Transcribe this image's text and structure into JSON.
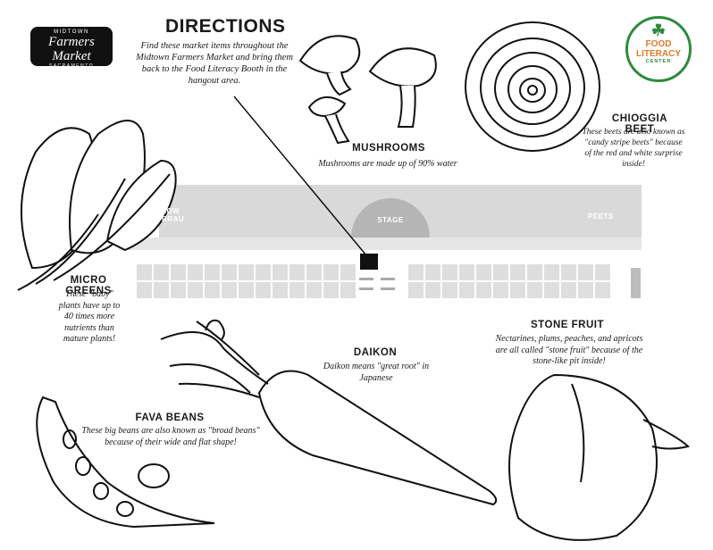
{
  "logos": {
    "midtown": {
      "line1": "MIDTOWN",
      "line2": "Farmers Market",
      "line3": "SACRAMENTO"
    },
    "food_literacy": {
      "line1": "FOOD",
      "line2": "LITERACY",
      "line3": "CENTER"
    }
  },
  "directions": {
    "title": "DIRECTIONS",
    "body": "Find these market items throughout the Midtown Farmers Market and bring them back to the Food Literacy Booth in the hangout area."
  },
  "items": {
    "mushrooms": {
      "title": "MUSHROOMS",
      "text": "Mushrooms are made up of 90% water"
    },
    "chioggia_beet": {
      "title": "CHIOGGIA BEET",
      "text": "These beets are also known as \"candy stripe beets\" because of the red and white surprise inside!"
    },
    "micro_greens": {
      "title": "MICRO GREENS",
      "text": "These \"baby\" plants have up to 40 times more nutrients than mature plants!"
    },
    "daikon": {
      "title": "DAIKON",
      "text": "Daikon means \"great root\" in Japanese"
    },
    "stone_fruit": {
      "title": "STONE FRUIT",
      "text": "Nectarines, plums, peaches, and apricots are all called \"stone fruit\" because of the stone-like pit inside!"
    },
    "fava_beans": {
      "title": "FAVA BEANS",
      "text": "These big beans are also known as \"broad beans\" because of their wide and flat shape!"
    }
  },
  "map": {
    "left_label": "LOW BRAU",
    "stage_label": "STAGE",
    "right_label": "PEETS"
  },
  "colors": {
    "map_gray": "#d9d9d9",
    "stage_gray": "#b5b5b5",
    "ink": "#1a1a1a",
    "booth_black": "#111111",
    "logo_green": "#2f8a3e",
    "logo_orange": "#e07b2a"
  }
}
